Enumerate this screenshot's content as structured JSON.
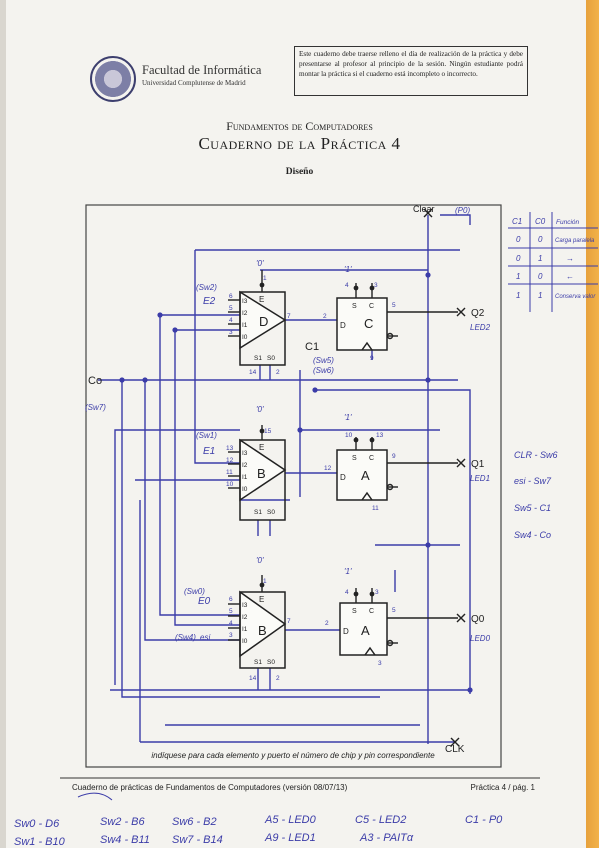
{
  "header": {
    "faculty": "Facultad de Informática",
    "university": "Universidad Complutense de Madrid",
    "notice": "Este cuaderno debe traerse relleno el día de realización de la práctica y debe presentarse al profesor al principio de la sesión. Ningún estudiante podrá montar la práctica si el cuaderno está incompleto o incorrecto."
  },
  "title": {
    "course": "Fundamentos de Computadores",
    "main": "Cuaderno de la Práctica 4",
    "section": "Diseño"
  },
  "circuit": {
    "chip_c": "C",
    "chip_a": "A",
    "mux_d": "D",
    "mux_b": "B",
    "input_c0": "Co",
    "input_c1": "C1",
    "enable_e": "E",
    "out_q2": "Q2",
    "out_q1": "Q1",
    "out_q0": "Q0",
    "clk": "CLK",
    "clear": "Clear",
    "pin_d": "D",
    "pin_s": "S",
    "pin_c": "C",
    "pin_s1": "S1",
    "pin_s0": "S0",
    "inputs_i": [
      "I3",
      "I2",
      "I1",
      "I0"
    ],
    "caption": "indíquese para cada elemento y puerto el número de chip y pin correspondiente"
  },
  "handwritten": {
    "clear_pin": "(P0)",
    "sw2": "(Sw2)",
    "sw1": "(Sw1)",
    "sw0": "(Sw0)",
    "sw4": "(Sw4)",
    "sw6": "(Sw6)",
    "sw7": "(Sw7)",
    "sw5": "(Sw5)",
    "e2": "E2",
    "e1": "E1",
    "e0": "E0",
    "esi": "esi",
    "zero": "'0'",
    "one": "'1'",
    "led2": "LED2",
    "led1": "LED1",
    "led0": "LED0",
    "pins": [
      "1",
      "6",
      "5",
      "4",
      "3",
      "7",
      "14",
      "2",
      "4",
      "3",
      "5",
      "9",
      "15",
      "13",
      "12",
      "11",
      "10",
      "14",
      "9",
      "11",
      "8"
    ],
    "table": {
      "headers": [
        "C1",
        "C0",
        "Función"
      ],
      "rows": [
        [
          "0",
          "0",
          "Carga paralela"
        ],
        [
          "0",
          "1",
          "→"
        ],
        [
          "1",
          "0",
          "←"
        ],
        [
          "1",
          "1",
          "Conserva valor"
        ]
      ]
    },
    "assign_right": [
      "CLR - Sw6",
      "esi - Sw7",
      "Sw5 - C1",
      "Sw4 - Co"
    ],
    "bottom_notes": [
      "Sw0 - D6",
      "Sw1 - B10",
      "Sw2 - B6",
      "Sw4 - B11",
      "Sw6 - B2",
      "Sw7 - B14",
      "A5 - LED0",
      "A9 - LED1",
      "C5 - LED2",
      "A3 - PAITα",
      "C1 - P0"
    ]
  },
  "footer": {
    "left": "Cuaderno de prácticas de Fundamentos de Computadores (versión 08/07/13)",
    "right": "Práctica 4 / pág. 1"
  }
}
